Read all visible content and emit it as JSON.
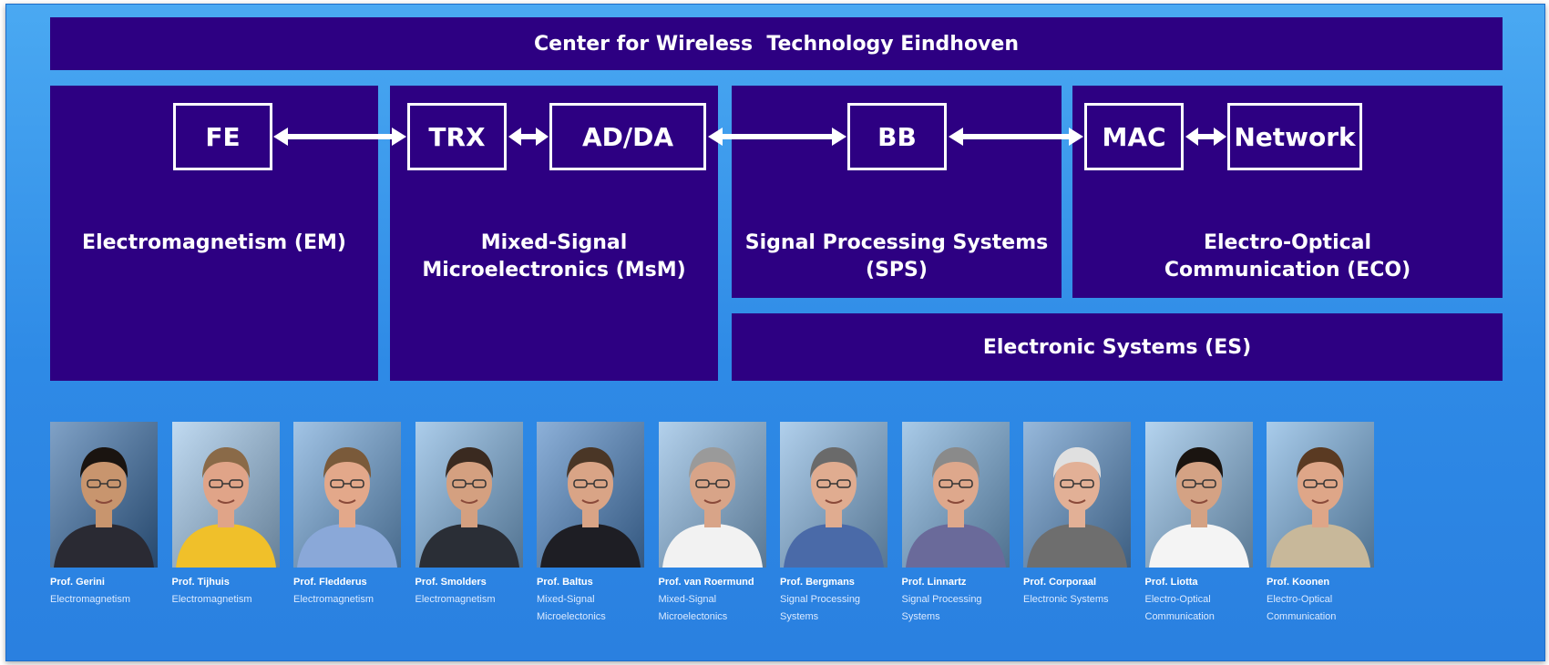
{
  "title": "Center for Wireless  Technology Eindhoven",
  "groups": {
    "em": "Electromagnetism (EM)",
    "msm": [
      "Mixed-Signal",
      "Microelectronics (MsM)"
    ],
    "sps": [
      "Signal Processing Systems",
      "(SPS)"
    ],
    "eco": [
      "Electro-Optical",
      "Communication (ECO)"
    ],
    "es": "Electronic Systems (ES)"
  },
  "blocks": {
    "fe": "FE",
    "trx": "TRX",
    "adda": "AD/DA",
    "bb": "BB",
    "mac": "MAC",
    "network": "Network"
  },
  "people": [
    {
      "name": "Prof. Gerini",
      "field": [
        "Electromagnetism"
      ],
      "shirt": "#2a2a33",
      "bg": "#3b6fa8",
      "hair": "#1a1410",
      "skin": "#c8956e"
    },
    {
      "name": "Prof. Tijhuis",
      "field": [
        "Electromagnetism"
      ],
      "shirt": "#f0c02a",
      "bg": "#9ec6ea",
      "hair": "#8a6a48",
      "skin": "#e0a488"
    },
    {
      "name": "Prof. Fledderus",
      "field": [
        "Electromagnetism"
      ],
      "shirt": "#8aa8d8",
      "bg": "#6fa4d8",
      "hair": "#7a5a3a",
      "skin": "#e3a88a"
    },
    {
      "name": "Prof. Smolders",
      "field": [
        "Electromagnetism"
      ],
      "shirt": "#2a2e36",
      "bg": "#7fb2e0",
      "hair": "#3a2a20",
      "skin": "#d4a080"
    },
    {
      "name": "Prof. Baltus",
      "field": [
        "Mixed-Signal",
        "Microelectonics"
      ],
      "shirt": "#1e1e24",
      "bg": "#4f86c4",
      "hair": "#4a3626",
      "skin": "#d9a486"
    },
    {
      "name": "Prof. van Roermund",
      "field": [
        "Mixed-Signal",
        "Microelectonics"
      ],
      "shirt": "#f2f2f2",
      "bg": "#8ab8e2",
      "hair": "#9a9a9a",
      "skin": "#d8a488"
    },
    {
      "name": "Prof. Bergmans",
      "field": [
        "Signal Processing",
        "Systems"
      ],
      "shirt": "#4a6aa8",
      "bg": "#86b6e2",
      "hair": "#6a6a6a",
      "skin": "#e0ac90"
    },
    {
      "name": "Prof. Linnartz",
      "field": [
        "Signal Processing",
        "Systems"
      ],
      "shirt": "#6a6a9a",
      "bg": "#7aaedc",
      "hair": "#8a8a8a",
      "skin": "#dea88c"
    },
    {
      "name": "Prof. Corporaal",
      "field": [
        "Electronic Systems"
      ],
      "shirt": "#6e6e6e",
      "bg": "#5e92c8",
      "hair": "#e0e0e0",
      "skin": "#e2b096"
    },
    {
      "name": "Prof. Liotta",
      "field": [
        "Electro-Optical",
        "Communication"
      ],
      "shirt": "#f4f4f4",
      "bg": "#8cbce6",
      "hair": "#1a1410",
      "skin": "#d4a284"
    },
    {
      "name": "Prof. Koonen",
      "field": [
        "Electro-Optical",
        "Communication"
      ],
      "shirt": "#c8b89a",
      "bg": "#7ab0e0",
      "hair": "#5a3a22",
      "skin": "#dea688"
    }
  ]
}
